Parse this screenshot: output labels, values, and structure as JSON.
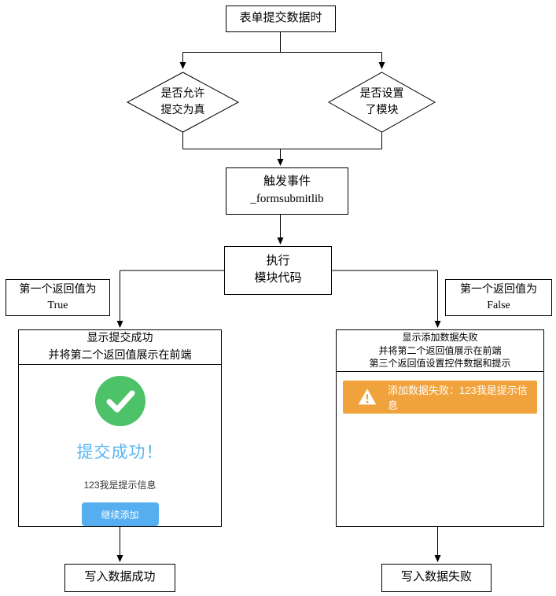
{
  "flow": {
    "start": "表单提交数据时",
    "decision_allow": {
      "line1": "是否允许",
      "line2": "提交为真"
    },
    "decision_module": {
      "line1": "是否设置",
      "line2": "了模块"
    },
    "trigger_event": {
      "line1": "触发事件",
      "line2": "_formsubmitlib"
    },
    "run_module": {
      "line1": "执行",
      "line2": "模块代码"
    },
    "branch_true": {
      "line1": "第一个返回值为",
      "line2": "True"
    },
    "branch_false": {
      "line1": "第一个返回值为",
      "line2": "False"
    },
    "end_success": "写入数据成功",
    "end_fail": "写入数据失败"
  },
  "success_panel": {
    "header_line1": "显示提交成功",
    "header_line2": "并将第二个返回值展示在前端",
    "result_title": "提交成功！",
    "message": "123我是提示信息",
    "button_label": "继续添加"
  },
  "fail_panel": {
    "header_line1": "显示添加数据失败",
    "header_line2": "并将第二个返回值展示在前端",
    "header_line3": "第三个返回值设置控件数据和提示",
    "alert_text": "添加数据失败：123我是提示信息"
  },
  "icons": {
    "success": "check-circle-icon",
    "warning": "warning-triangle-icon"
  },
  "colors": {
    "success_green": "#4dc268",
    "result_title_blue": "#5ab6f2",
    "button_blue": "#54aef0",
    "alert_orange": "#f0a23c",
    "wire_black": "#000000"
  }
}
